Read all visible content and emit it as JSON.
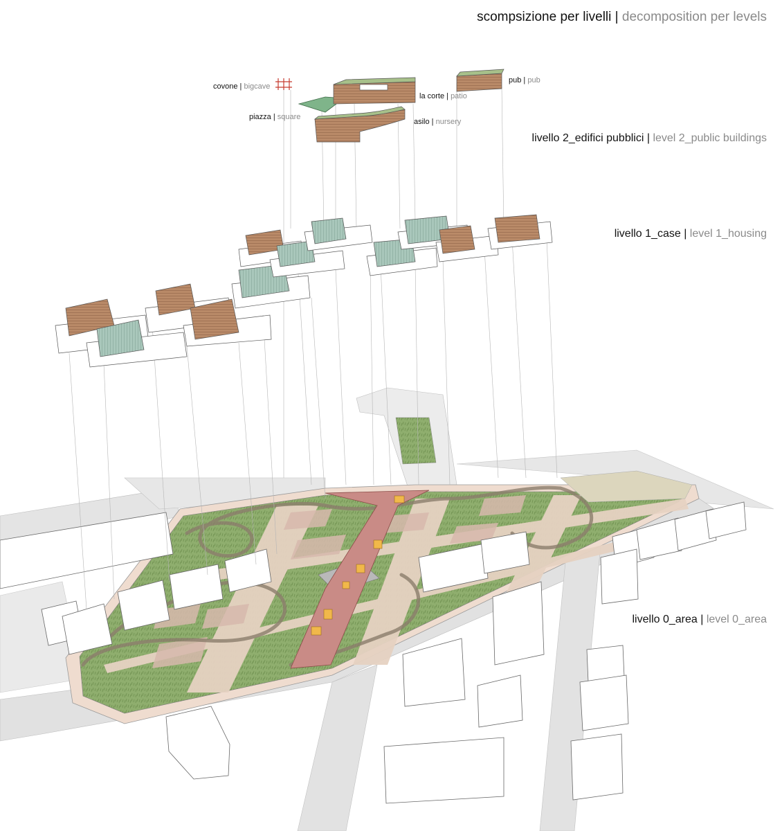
{
  "title": {
    "it": "scompsizione per livelli",
    "separator": "|",
    "en": "decomposition per levels"
  },
  "levels": [
    {
      "it": "livello 2_edifici pubblici",
      "en": "level 2_public buildings"
    },
    {
      "it": "livello 1_case",
      "en": "level 1_housing"
    },
    {
      "it": "livello 0_area",
      "en": "level 0_area"
    }
  ],
  "buildings": [
    {
      "it": "covone",
      "en": "bigcave"
    },
    {
      "it": "la corte",
      "en": "patio"
    },
    {
      "it": "pub",
      "en": "pub"
    },
    {
      "it": "piazza",
      "en": "square"
    },
    {
      "it": "asilo",
      "en": "nursery"
    }
  ],
  "colors": {
    "wood": "#b98a68",
    "sage": "#a9c7bb",
    "grass": "#8fae6e",
    "path": "#d8c3b2",
    "bridge": "#c98b86",
    "piazza": "#7fb48a",
    "covone": "#c63b2e",
    "road": "#e3e3e3"
  }
}
